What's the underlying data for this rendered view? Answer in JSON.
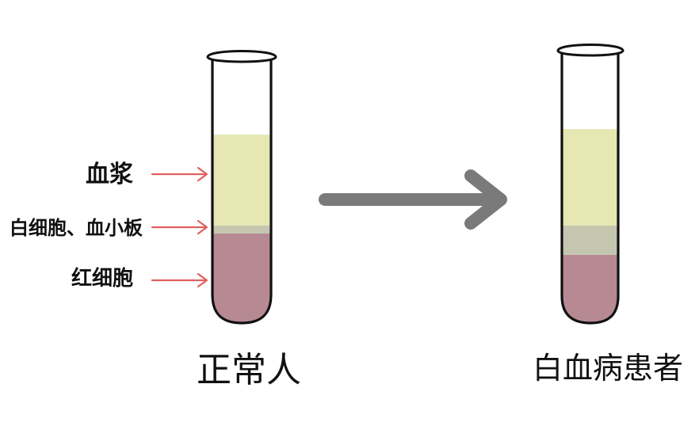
{
  "labels": {
    "plasma": "血浆",
    "wbc_platelet": "白细胞、血小板",
    "rbc": "红细胞"
  },
  "captions": {
    "normal": "正常人",
    "patient": "白血病患者"
  },
  "colors": {
    "plasma": "#e6e7b3",
    "buffy_coat": "#c5c6b0",
    "red_cells": "#b68993",
    "pointer_arrow": "#e06060",
    "main_arrow": "#7a7a7a",
    "outline": "#111111"
  },
  "tubes": {
    "normal": {
      "plasma_fraction": 0.48,
      "buffy_fraction": 0.04,
      "red_fraction": 0.48
    },
    "patient": {
      "plasma_fraction": 0.48,
      "buffy_fraction": 0.14,
      "red_fraction": 0.38
    }
  }
}
